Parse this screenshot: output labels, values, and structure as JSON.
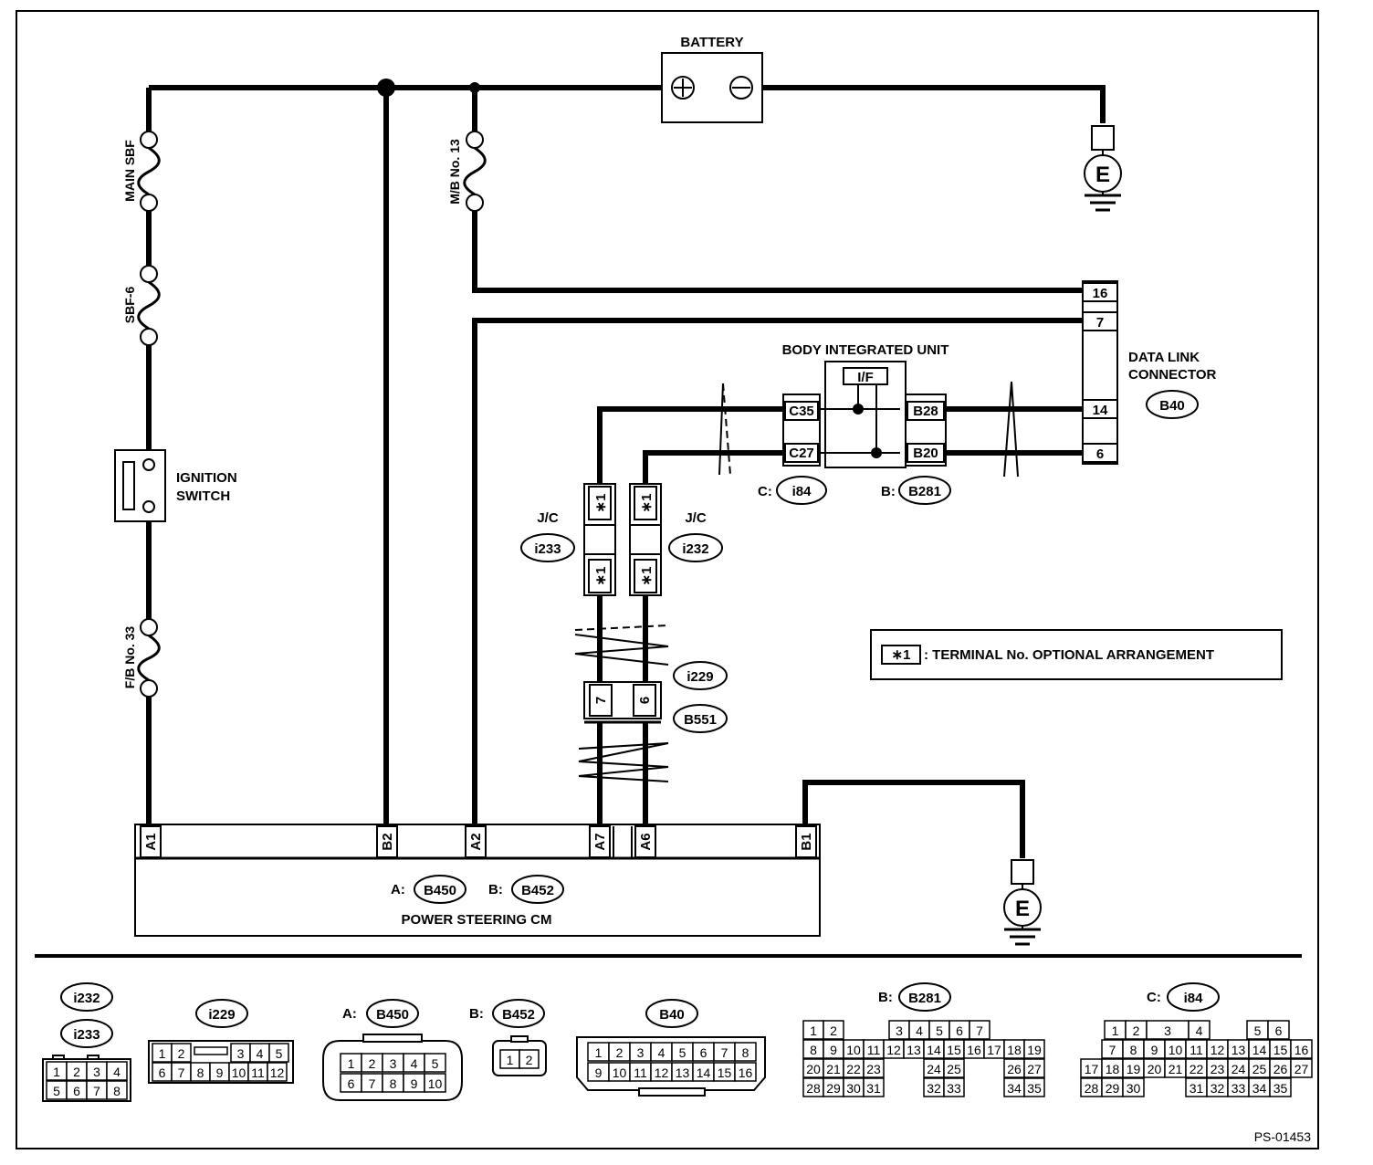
{
  "diagram_id": "PS-01453",
  "components": {
    "battery": "BATTERY",
    "ground": "E",
    "main_sbf": "MAIN SBF",
    "sbf6": "SBF-6",
    "ignition_switch": [
      "IGNITION",
      "SWITCH"
    ],
    "fb33": "F/B No. 33",
    "mb13": "M/B No. 13",
    "body_integrated_unit": "BODY INTEGRATED UNIT",
    "if_block": "I/F",
    "data_link_connector": [
      "DATA LINK",
      "CONNECTOR"
    ],
    "power_steering_cm": "POWER STEERING CM",
    "jc": "J/C",
    "legend_mark": "∗1",
    "legend_text": ": TERMINAL No. OPTIONAL ARRANGEMENT"
  },
  "connectors": {
    "b40": "B40",
    "i84": "i84",
    "b281": "B281",
    "i233": "i233",
    "i232": "i232",
    "i229": "i229",
    "b551": "B551",
    "b450": "B450",
    "b452": "B452",
    "prefix_a": "A:",
    "prefix_b": "B:",
    "prefix_c": "C:"
  },
  "pins": {
    "dlc": [
      "16",
      "7",
      "14",
      "6"
    ],
    "biu_left": [
      "C35",
      "C27"
    ],
    "biu_right": [
      "B28",
      "B20"
    ],
    "b551": [
      "7",
      "6"
    ],
    "cm": [
      "A1",
      "B2",
      "A2",
      "A7",
      "A6",
      "B1"
    ]
  },
  "connector_views": {
    "i232_i233_rows": [
      [
        "1",
        "2",
        "3",
        "4"
      ],
      [
        "5",
        "6",
        "7",
        "8"
      ]
    ],
    "i229_rows": [
      [
        "1",
        "2",
        "",
        "3",
        "4",
        "5"
      ],
      [
        "6",
        "7",
        "8",
        "9",
        "10",
        "11",
        "12"
      ]
    ],
    "b450_rows": [
      [
        "1",
        "2",
        "3",
        "4",
        "5"
      ],
      [
        "6",
        "7",
        "8",
        "9",
        "10"
      ]
    ],
    "b452_rows": [
      [
        "1",
        "2"
      ]
    ],
    "b40_rows": [
      [
        "1",
        "2",
        "3",
        "4",
        "5",
        "6",
        "7",
        "8"
      ],
      [
        "9",
        "10",
        "11",
        "12",
        "13",
        "14",
        "15",
        "16"
      ]
    ],
    "b281_rows": [
      [
        "1",
        "2",
        "",
        "3",
        "4",
        "5",
        "6",
        "7"
      ],
      [
        "8",
        "9",
        "10",
        "11",
        "12",
        "13",
        "14",
        "15",
        "16",
        "17",
        "18",
        "19"
      ],
      [
        "20",
        "21",
        "22",
        "23",
        "24",
        "25",
        "26",
        "27"
      ],
      [
        "28",
        "29",
        "30",
        "31",
        "32",
        "33",
        "34",
        "35"
      ]
    ],
    "i84_rows": [
      [
        "1",
        "2",
        "3",
        "4",
        "5",
        "6"
      ],
      [
        "7",
        "8",
        "9",
        "10",
        "11",
        "12",
        "13",
        "14",
        "15",
        "16"
      ],
      [
        "17",
        "18",
        "19",
        "20",
        "21",
        "22",
        "23",
        "24",
        "25",
        "26",
        "27"
      ],
      [
        "28",
        "29",
        "30",
        "31",
        "32",
        "33",
        "34",
        "35"
      ]
    ]
  }
}
